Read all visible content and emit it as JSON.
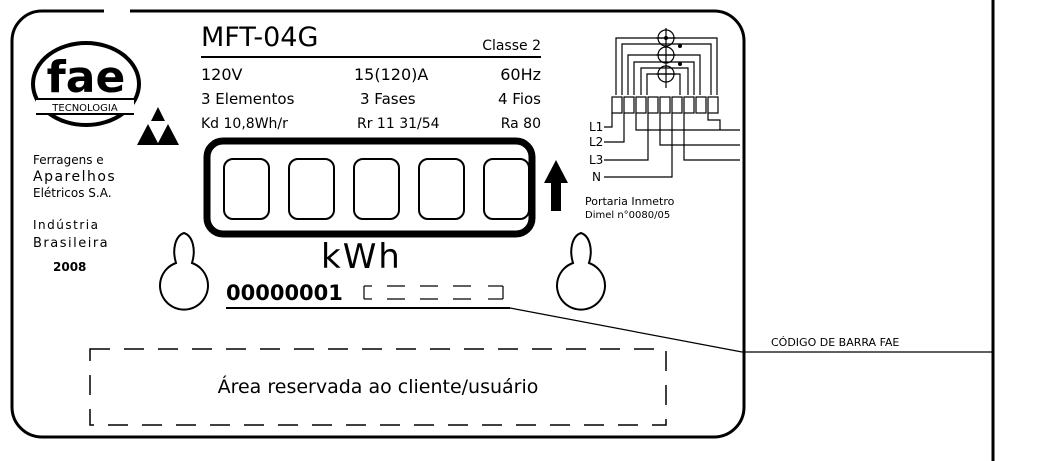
{
  "model": "MFT-04G",
  "class_label": "Classe 2",
  "specs": {
    "voltage": "120V",
    "current": "15(120)A",
    "frequency": "60Hz",
    "elements": "3 Elementos",
    "phases": "3 Fases",
    "wires": "4 Fios",
    "kd": "Kd 10,8Wh/r",
    "rr": "Rr 11 31/54",
    "ra": "Ra 80"
  },
  "logo": {
    "text": "fae",
    "subtitle": "TECNOLOGIA"
  },
  "manufacturer": {
    "line1": "Ferragens e",
    "line2": "Aparelhos",
    "line3": "Elétricos S.A.",
    "line4": "Indústria",
    "line5": "Brasileira",
    "year": "2008"
  },
  "unit": "kWh",
  "serial": "00000001",
  "wiring": {
    "labels": [
      "L1",
      "L2",
      "L3",
      "N"
    ]
  },
  "portaria": {
    "line1": "Portaria Inmetro",
    "line2": "Dimel n°0080/05"
  },
  "callout": "CÓDIGO DE BARRA FAE",
  "reserved_area": "Área reservada ao cliente/usuário"
}
